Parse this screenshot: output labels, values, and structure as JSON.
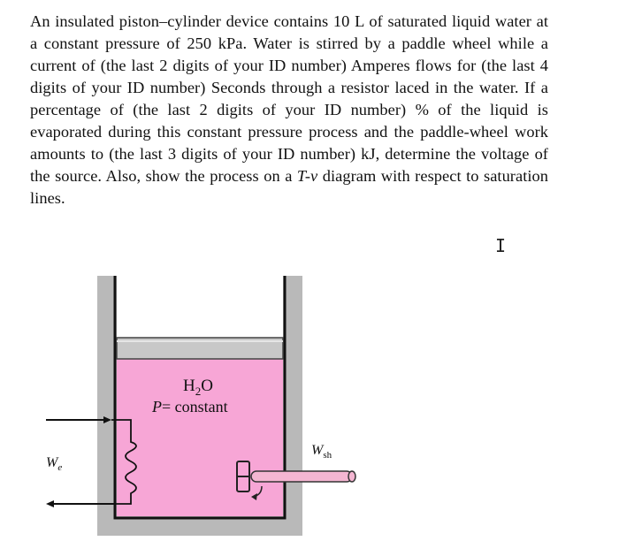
{
  "problem": {
    "part1": "An insulated piston–cylinder device contains 10 L of saturated liquid water at a constant pressure of 250 kPa. Water is stirred by a paddle wheel while a current of (the last 2 digits of your ID number) Amperes flows for (the last 4 digits of your ID number) Seconds through a resistor laced in the water. If a percentage of (the last 2 digits of your ID number) % of the liquid is evaporated during this constant pressure process and the paddle-wheel work amounts to (the last 3 digits of your ID number) kJ, determine the voltage of the source. Also, show the process on a ",
    "tv_label": "T-v",
    "part2": " diagram with respect to saturation lines."
  },
  "cursor_glyph": "I",
  "figure": {
    "substance": "H",
    "substance_sub": "2",
    "substance_end": "O",
    "pressure_label": "P",
    "pressure_value": "= constant",
    "electric_work_label": "W",
    "electric_work_sub": "e",
    "shaft_work_label": "W",
    "shaft_work_sub": "sh"
  },
  "colors": {
    "water": "#f7a6d6",
    "cylinder_wall": "#b9b9b9",
    "piston": "#c8c8c8",
    "shaft": "#f4b6d2"
  }
}
